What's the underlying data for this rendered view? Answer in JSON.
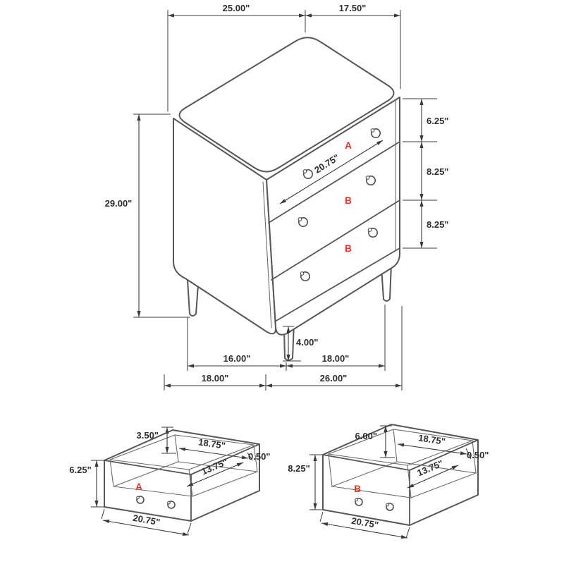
{
  "palette": {
    "background": "#ffffff",
    "furniture_line": "#55565a",
    "dimension_line": "#3a3a3c",
    "accent_red": "#e2342b"
  },
  "dresser": {
    "labels": {
      "top_drawer": "A",
      "middle_drawer": "B",
      "bottom_drawer": "B"
    },
    "dims": {
      "top_left": "25.00\"",
      "top_right": "17.50\"",
      "height": "29.00\"",
      "side_top": "6.25\"",
      "side_mid": "8.25\"",
      "side_bottom": "8.25\"",
      "drawer_front_width": "20.75\"",
      "leg_height": "4.00\"",
      "base_front_left": "16.00\"",
      "base_front_right": "18.00\"",
      "base_bottom_left": "18.00\"",
      "base_bottom_right": "26.00\""
    }
  },
  "drawer_a": {
    "label": "A",
    "dims": {
      "back_height": "3.50\"",
      "inner_width": "18.75\"",
      "wall_thickness": "0.50\"",
      "front_height": "6.25\"",
      "inner_depth": "13.75\"",
      "front_width": "20.75\""
    }
  },
  "drawer_b": {
    "label": "B",
    "dims": {
      "back_height": "6.00\"",
      "inner_width": "18.75\"",
      "wall_thickness": "0.50\"",
      "front_height": "8.25\"",
      "inner_depth": "13.75\"",
      "front_width": "20.75\""
    }
  }
}
